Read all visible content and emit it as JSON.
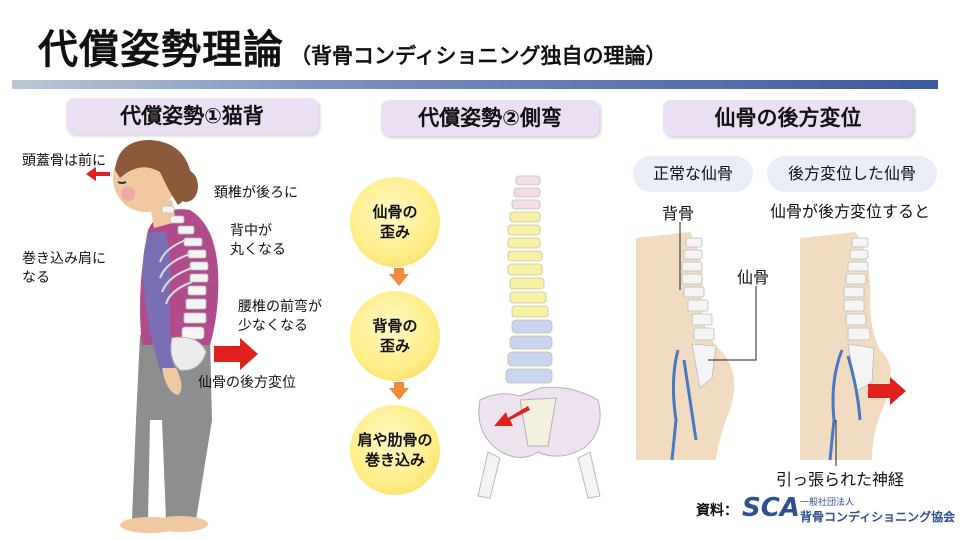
{
  "header": {
    "title": "代償姿勢理論",
    "subtitle": "（背骨コンディショニング独自の理論）"
  },
  "sections": {
    "left": {
      "heading": "代償姿勢①猫背",
      "labels": {
        "skull": "頭蓋骨は前に",
        "neck": "頚椎が後ろに",
        "back_line1": "背中が",
        "back_line2": "丸くなる",
        "shoulder_line1": "巻き込み肩に",
        "shoulder_line2": "なる",
        "lumbar_line1": "腰椎の前弯が",
        "lumbar_line2": "少なくなる",
        "sacrum": "仙骨の後方変位"
      }
    },
    "middle": {
      "heading": "代償姿勢②側弯",
      "steps": [
        "仙骨の\n歪み",
        "背骨の\n歪み",
        "肩や肋骨の\n巻き込み"
      ]
    },
    "right": {
      "heading": "仙骨の後方変位",
      "normal_label": "正常な仙骨",
      "displaced_label": "後方変位した仙骨",
      "caption": "仙骨が後方変位すると",
      "spine_label": "背骨",
      "sacrum_label": "仙骨",
      "nerve_label": "引っ張られた神経"
    }
  },
  "footer": {
    "source_label": "資料：",
    "logo_text": "SCA",
    "org_small": "一般社団法人",
    "org_name": "背骨コンディショニング協会"
  },
  "colors": {
    "arrow_red": "#e0201c",
    "heading_bg": "#eadff3",
    "step_arrow": "#f08a3c",
    "nerve_blue": "#4a78c4"
  }
}
